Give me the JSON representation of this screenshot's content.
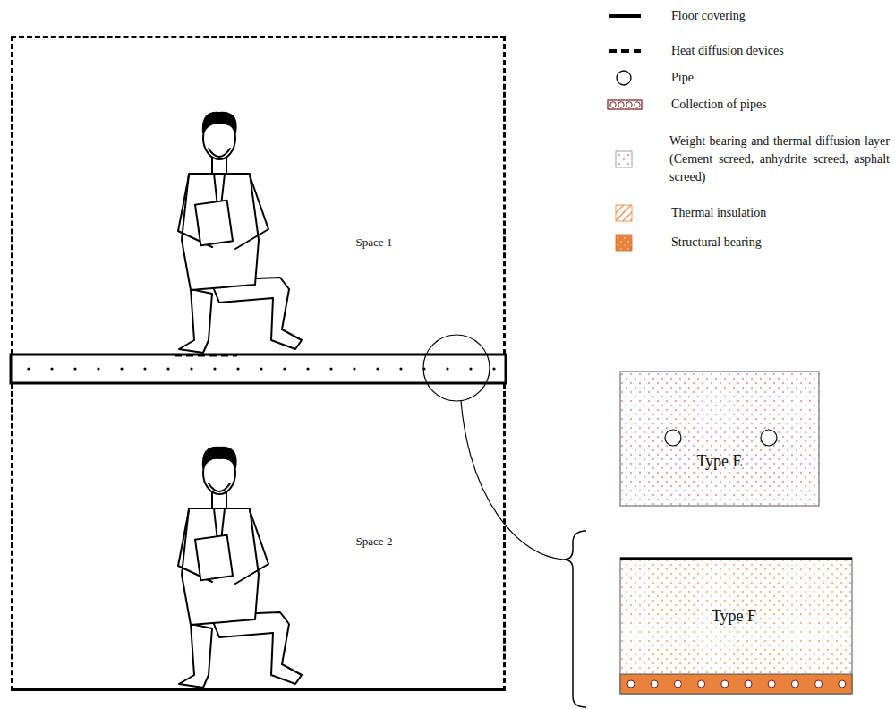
{
  "diagram": {
    "nodes": [
      {
        "text": [
          "Space 1"
        ]
      },
      {
        "text": [
          "Space 2"
        ]
      },
      {
        "text": [
          "Type E"
        ]
      },
      {
        "text": [
          "Type F"
        ]
      }
    ],
    "legend": [
      {
        "text": "Floor covering"
      },
      {
        "text": "Heat diffusion devices"
      },
      {
        "text": "Pipe"
      },
      {
        "text": "Collection of pipes"
      },
      {
        "text": "Weight bearing and thermal diffusion layer (Cement screed, anhydrite screed, asphalt screed)"
      },
      {
        "text": "Thermal insulation"
      },
      {
        "text": "Structural bearing"
      }
    ]
  }
}
